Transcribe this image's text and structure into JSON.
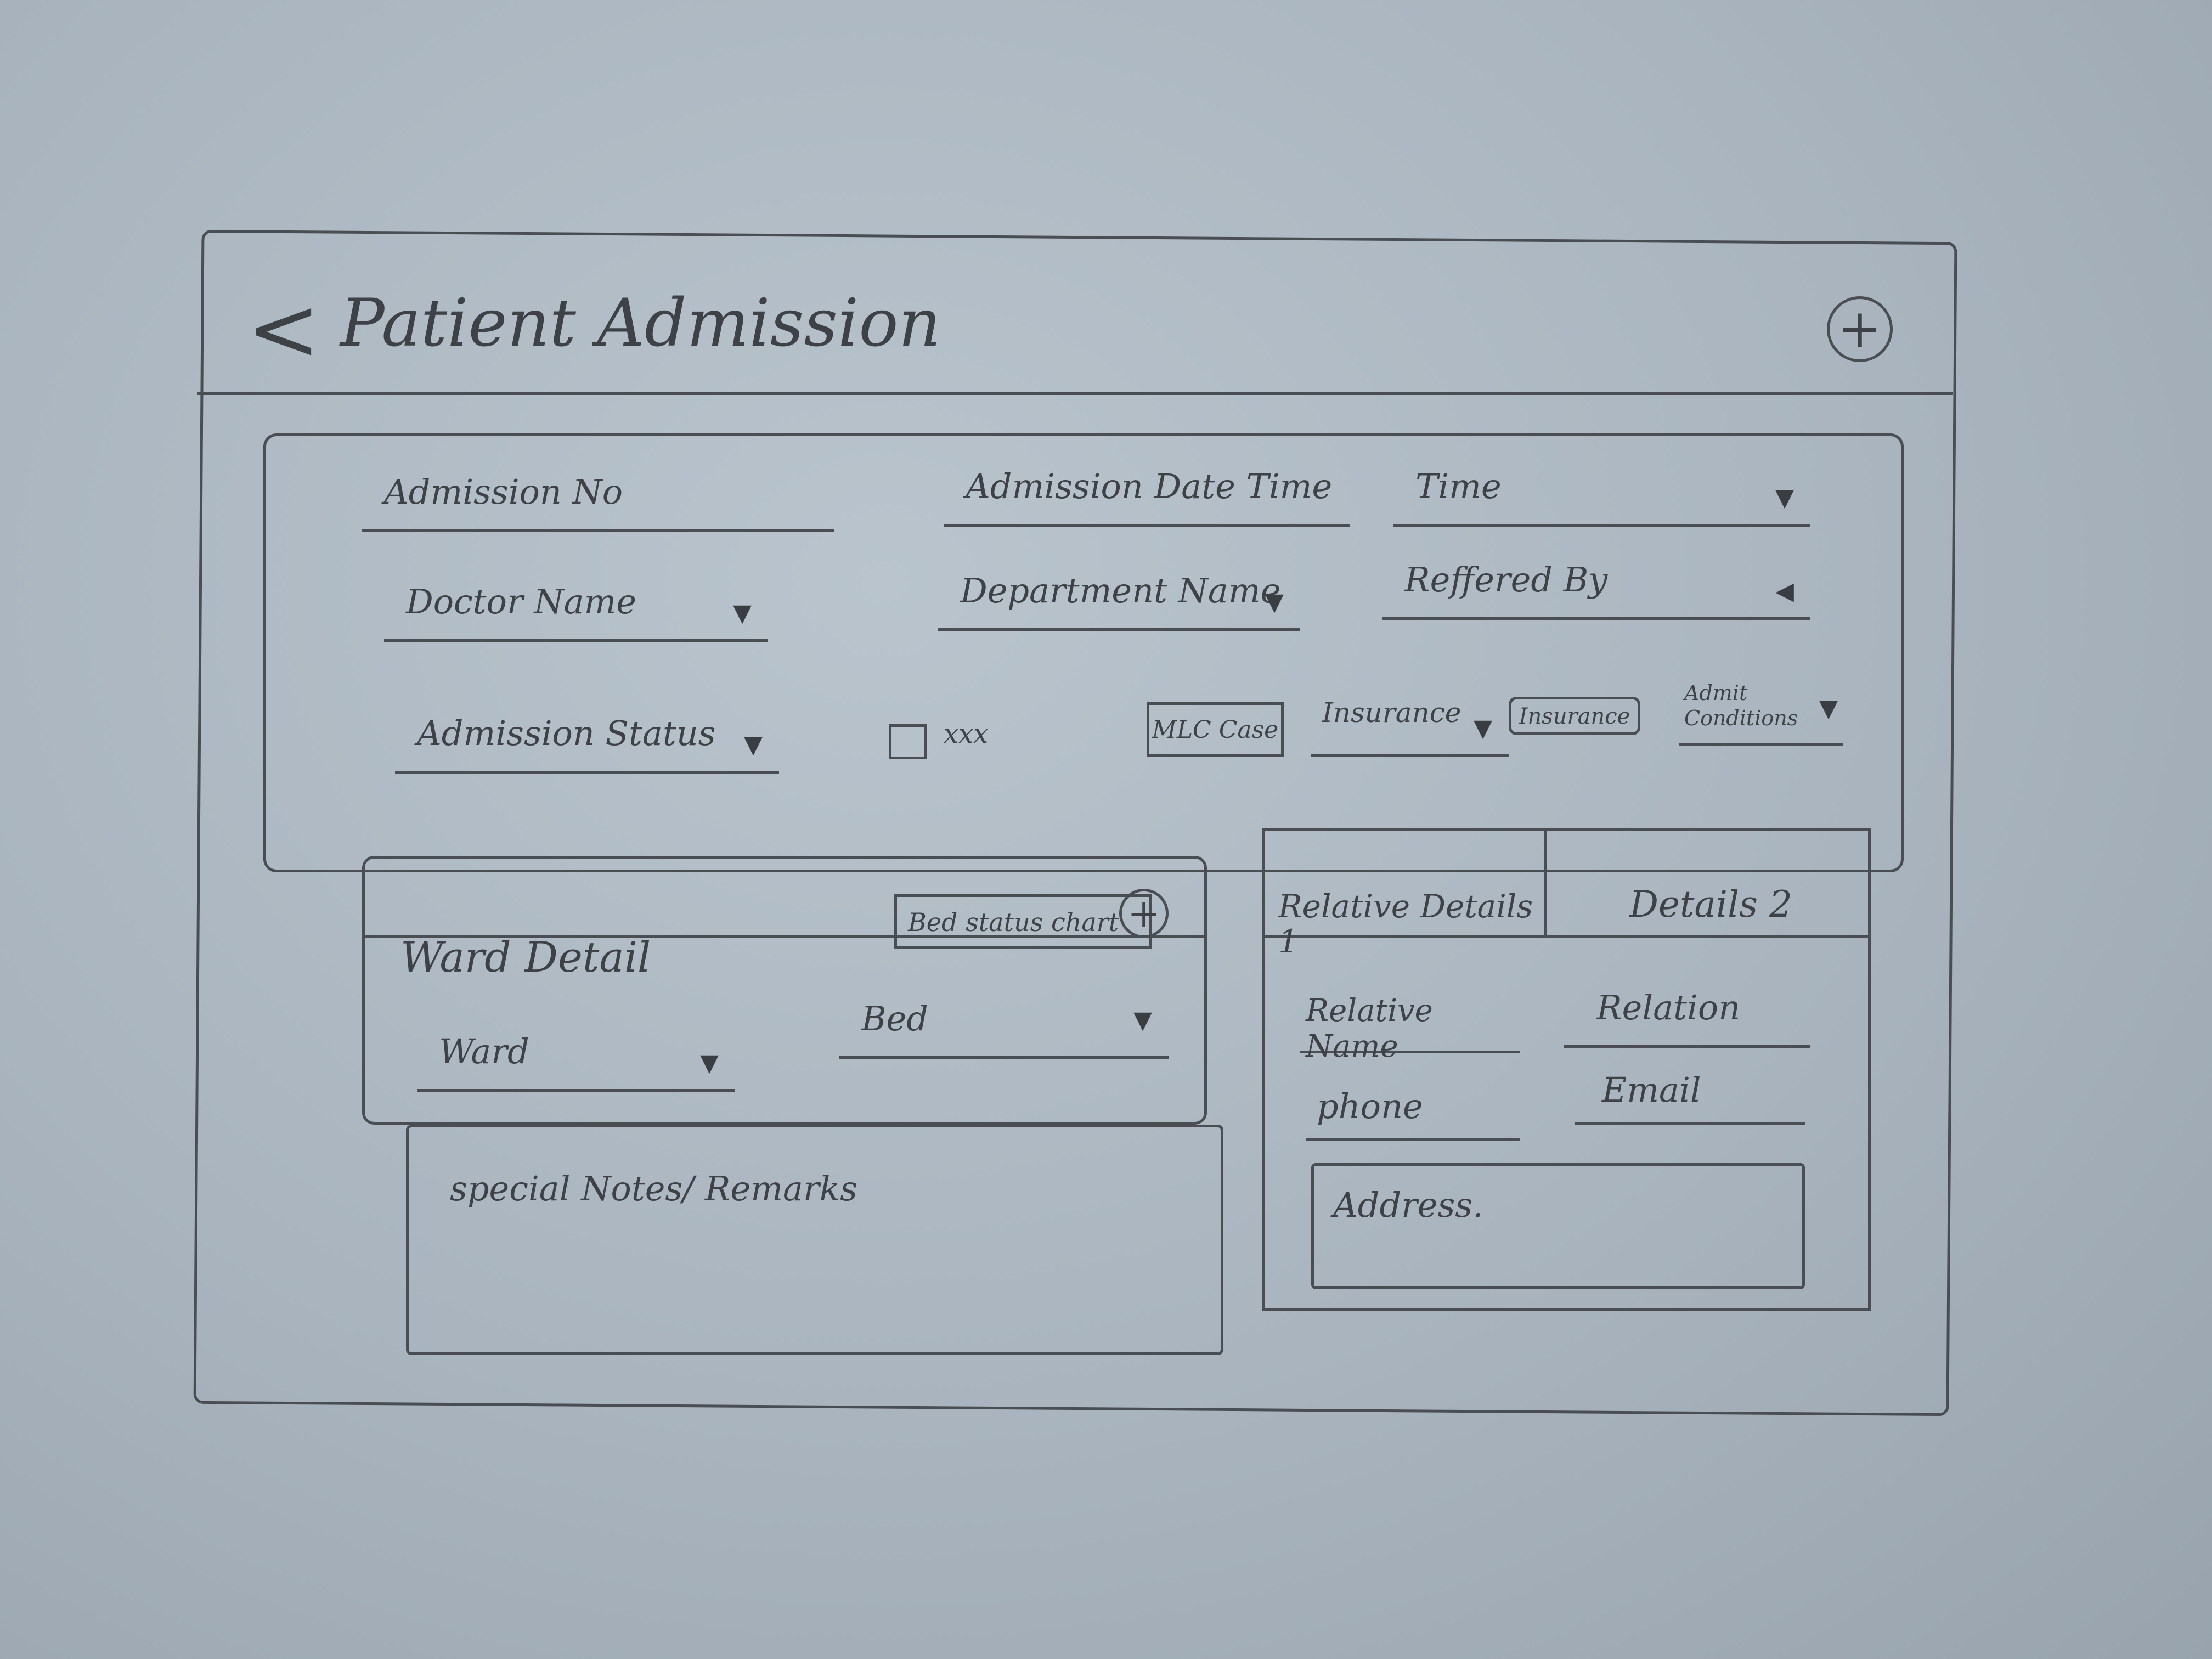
{
  "header": {
    "back_icon": "<",
    "title": "Patient Admission",
    "add_icon": "+"
  },
  "admission": {
    "admission_no": "Admission No",
    "admission_date_time": "Admission Date Time",
    "time": "Time",
    "doctor_name": "Doctor Name",
    "department_name": "Department Name",
    "referred_by": "Reffered By",
    "admission_status": "Admission Status",
    "checkbox_label": "xxx",
    "mlc_case": "MLC Case",
    "insurance": "Insurance",
    "insurance_button": "Insurance",
    "admit_conditions": "Admit Conditions"
  },
  "ward": {
    "title": "Ward Detail",
    "bed_status_chart": "Bed status chart",
    "add_icon": "+",
    "ward_field": "Ward",
    "bed_field": "Bed"
  },
  "notes": {
    "placeholder": "special Notes/ Remarks"
  },
  "relative": {
    "tab1": "Relative Details 1",
    "tab2": "Details 2",
    "relative_name": "Relative Name",
    "relation": "Relation",
    "phone": "phone",
    "email": "Email",
    "address": "Address."
  },
  "colors": {
    "paper": "#a9b4be",
    "pencil": "#4a4e53"
  },
  "icons": {
    "dropdown": "triangle-down-icon",
    "add": "plus-circle-icon",
    "back": "chevron-left-icon"
  }
}
